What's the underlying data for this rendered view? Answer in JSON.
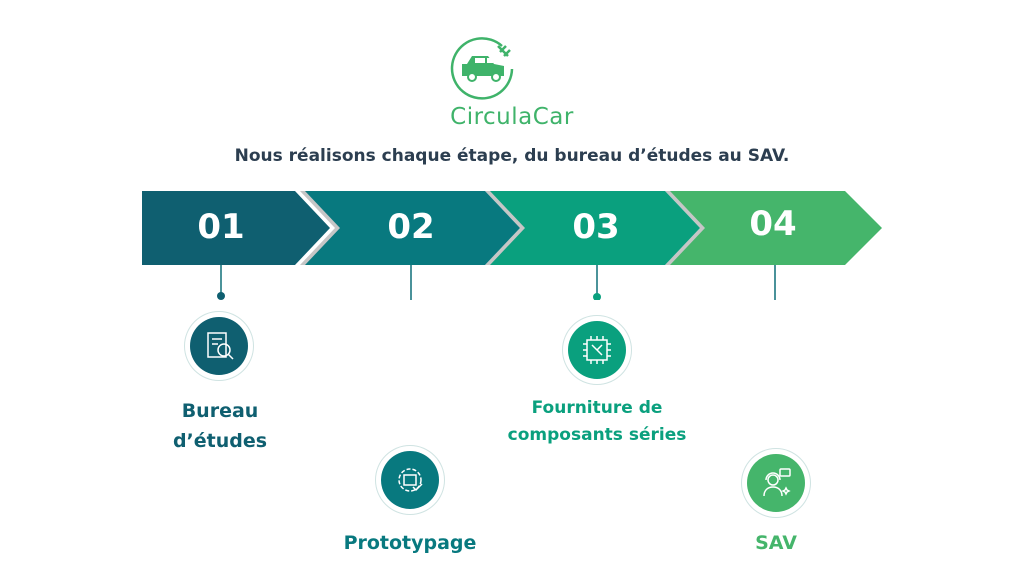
{
  "brand": {
    "name": "CirculaCar"
  },
  "tagline": "Nous réalisons chaque étape, du bureau d’études au SAV.",
  "steps": [
    {
      "number": "01",
      "label_line1": "Bureau",
      "label_line2": "d’études",
      "color": "#0f5f70"
    },
    {
      "number": "02",
      "label_line1": "Prototypage",
      "label_line2": "",
      "color": "#08797f"
    },
    {
      "number": "03",
      "label_line1": "Fourniture de",
      "label_line2": "composants séries",
      "color": "#0aa07e"
    },
    {
      "number": "04",
      "label_line1": "SAV",
      "label_line2": "",
      "color": "#45b56b"
    }
  ]
}
